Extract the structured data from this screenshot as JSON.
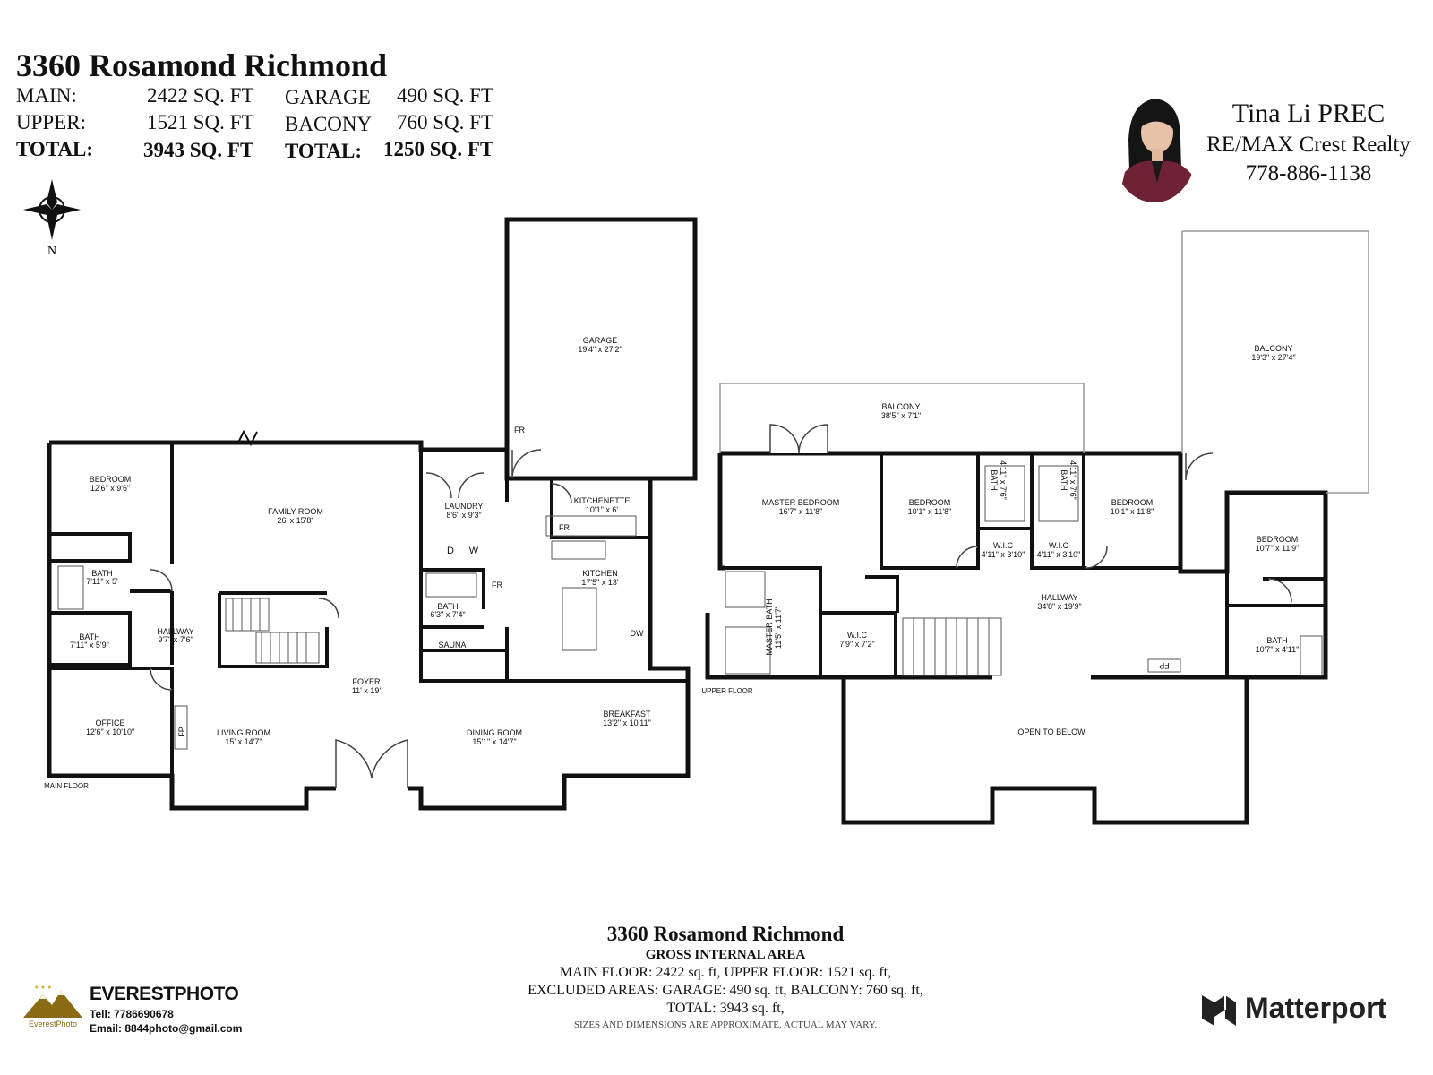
{
  "header": {
    "title": "3360 Rosamond Richmond",
    "areas": [
      {
        "label": "MAIN:",
        "value": "2422 SQ. FT",
        "label2": "GARAGE",
        "value2": "490 SQ. FT"
      },
      {
        "label": "UPPER:",
        "value": "1521 SQ. FT",
        "label2": "BACONY",
        "value2": "760 SQ. FT"
      },
      {
        "label": "TOTAL:",
        "value": "3943 SQ. FT",
        "label2": "TOTAL:",
        "value2": "1250 SQ. FT"
      }
    ],
    "compass_label": "N"
  },
  "agent": {
    "name": "Tina Li PREC",
    "company": "RE/MAX Crest Realty",
    "phone": "778-886-1138"
  },
  "floors": {
    "main": {
      "label": "MAIN FLOOR",
      "rooms": [
        {
          "name": "GARAGE",
          "dims": "19'4\" x 27'2\""
        },
        {
          "name": "BEDROOM",
          "dims": "12'6\" x 9'6\""
        },
        {
          "name": "FAMILY ROOM",
          "dims": "26' x 15'8\""
        },
        {
          "name": "LAUNDRY",
          "dims": "8'6\" x 9'3\""
        },
        {
          "name": "KITCHENETTE",
          "dims": "10'1\" x 6'"
        },
        {
          "name": "BATH",
          "dims": "7'11\" x 5'"
        },
        {
          "name": "BATH",
          "dims": "7'11\" x 5'9\""
        },
        {
          "name": "HALLWAY",
          "dims": "9'7\" x 7'6\""
        },
        {
          "name": "BATH",
          "dims": "6'3\" x 7'4\""
        },
        {
          "name": "KITCHEN",
          "dims": "17'5\" x 13'"
        },
        {
          "name": "FOYER",
          "dims": "11' x 19'"
        },
        {
          "name": "OFFICE",
          "dims": "12'6\" x 10'10\""
        },
        {
          "name": "LIVING ROOM",
          "dims": "15' x 14'7\""
        },
        {
          "name": "DINING ROOM",
          "dims": "15'1\" x 14'7\""
        },
        {
          "name": "BREAKFAST",
          "dims": "13'2\" x 10'11\""
        }
      ],
      "fixtures": {
        "sauna": "SAUNA",
        "fr": "FR",
        "dryer": "D",
        "washer": "W",
        "dishwasher": "DW",
        "fireplace": "FP"
      }
    },
    "upper": {
      "label": "UPPER FLOOR",
      "rooms": [
        {
          "name": "BALCONY",
          "dims": "19'3\" x 27'4\""
        },
        {
          "name": "BALCONY",
          "dims": "38'5\" x 7'1\""
        },
        {
          "name": "MASTER BEDROOM",
          "dims": "16'7\" x 11'8\""
        },
        {
          "name": "BEDROOM",
          "dims": "10'1\" x 11'8\""
        },
        {
          "name": "BATH",
          "dims": "4'11\" x 7'6\""
        },
        {
          "name": "BATH",
          "dims": "4'11\" x 7'6\""
        },
        {
          "name": "BEDROOM",
          "dims": "10'1\" x 11'8\""
        },
        {
          "name": "W.I.C",
          "dims": "4'11\" x 3'10\""
        },
        {
          "name": "W.I.C",
          "dims": "4'11\" x 3'10\""
        },
        {
          "name": "BEDROOM",
          "dims": "10'7\" x 11'9\""
        },
        {
          "name": "HALLWAY",
          "dims": "34'8\" x 19'9\""
        },
        {
          "name": "MASTER BATH",
          "dims": "11'5\" x 11'7\""
        },
        {
          "name": "W.I.C",
          "dims": "7'9\" x 7'2\""
        },
        {
          "name": "BATH",
          "dims": "10'7\" x 4'11\""
        },
        {
          "name": "OPEN TO BELOW",
          "dims": ""
        }
      ],
      "fixtures": {
        "fireplace": "FP"
      }
    }
  },
  "footer": {
    "title": "3360 Rosamond Richmond",
    "subtitle": "GROSS INTERNAL AREA",
    "line1": "MAIN FLOOR: 2422 sq. ft,  UPPER FLOOR: 1521 sq. ft,",
    "line2": "EXCLUDED AREAS: GARAGE: 490 sq. ft, BALCONY: 760 sq. ft,",
    "line3": "TOTAL: 3943 sq. ft,",
    "disclaimer": "SIZES AND DIMENSIONS ARE APPROXIMATE, ACTUAL MAY VARY."
  },
  "photographer": {
    "brand": "EVERESTPHOTO",
    "logo_text": "EverestPhoto",
    "tel": "Tell: 7786690678",
    "email": "Email: 8844photo@gmail.com"
  },
  "matterport": {
    "brand": "Matterport"
  },
  "colors": {
    "wall": "#111111",
    "text": "#111111",
    "gold": "#c9a227"
  }
}
